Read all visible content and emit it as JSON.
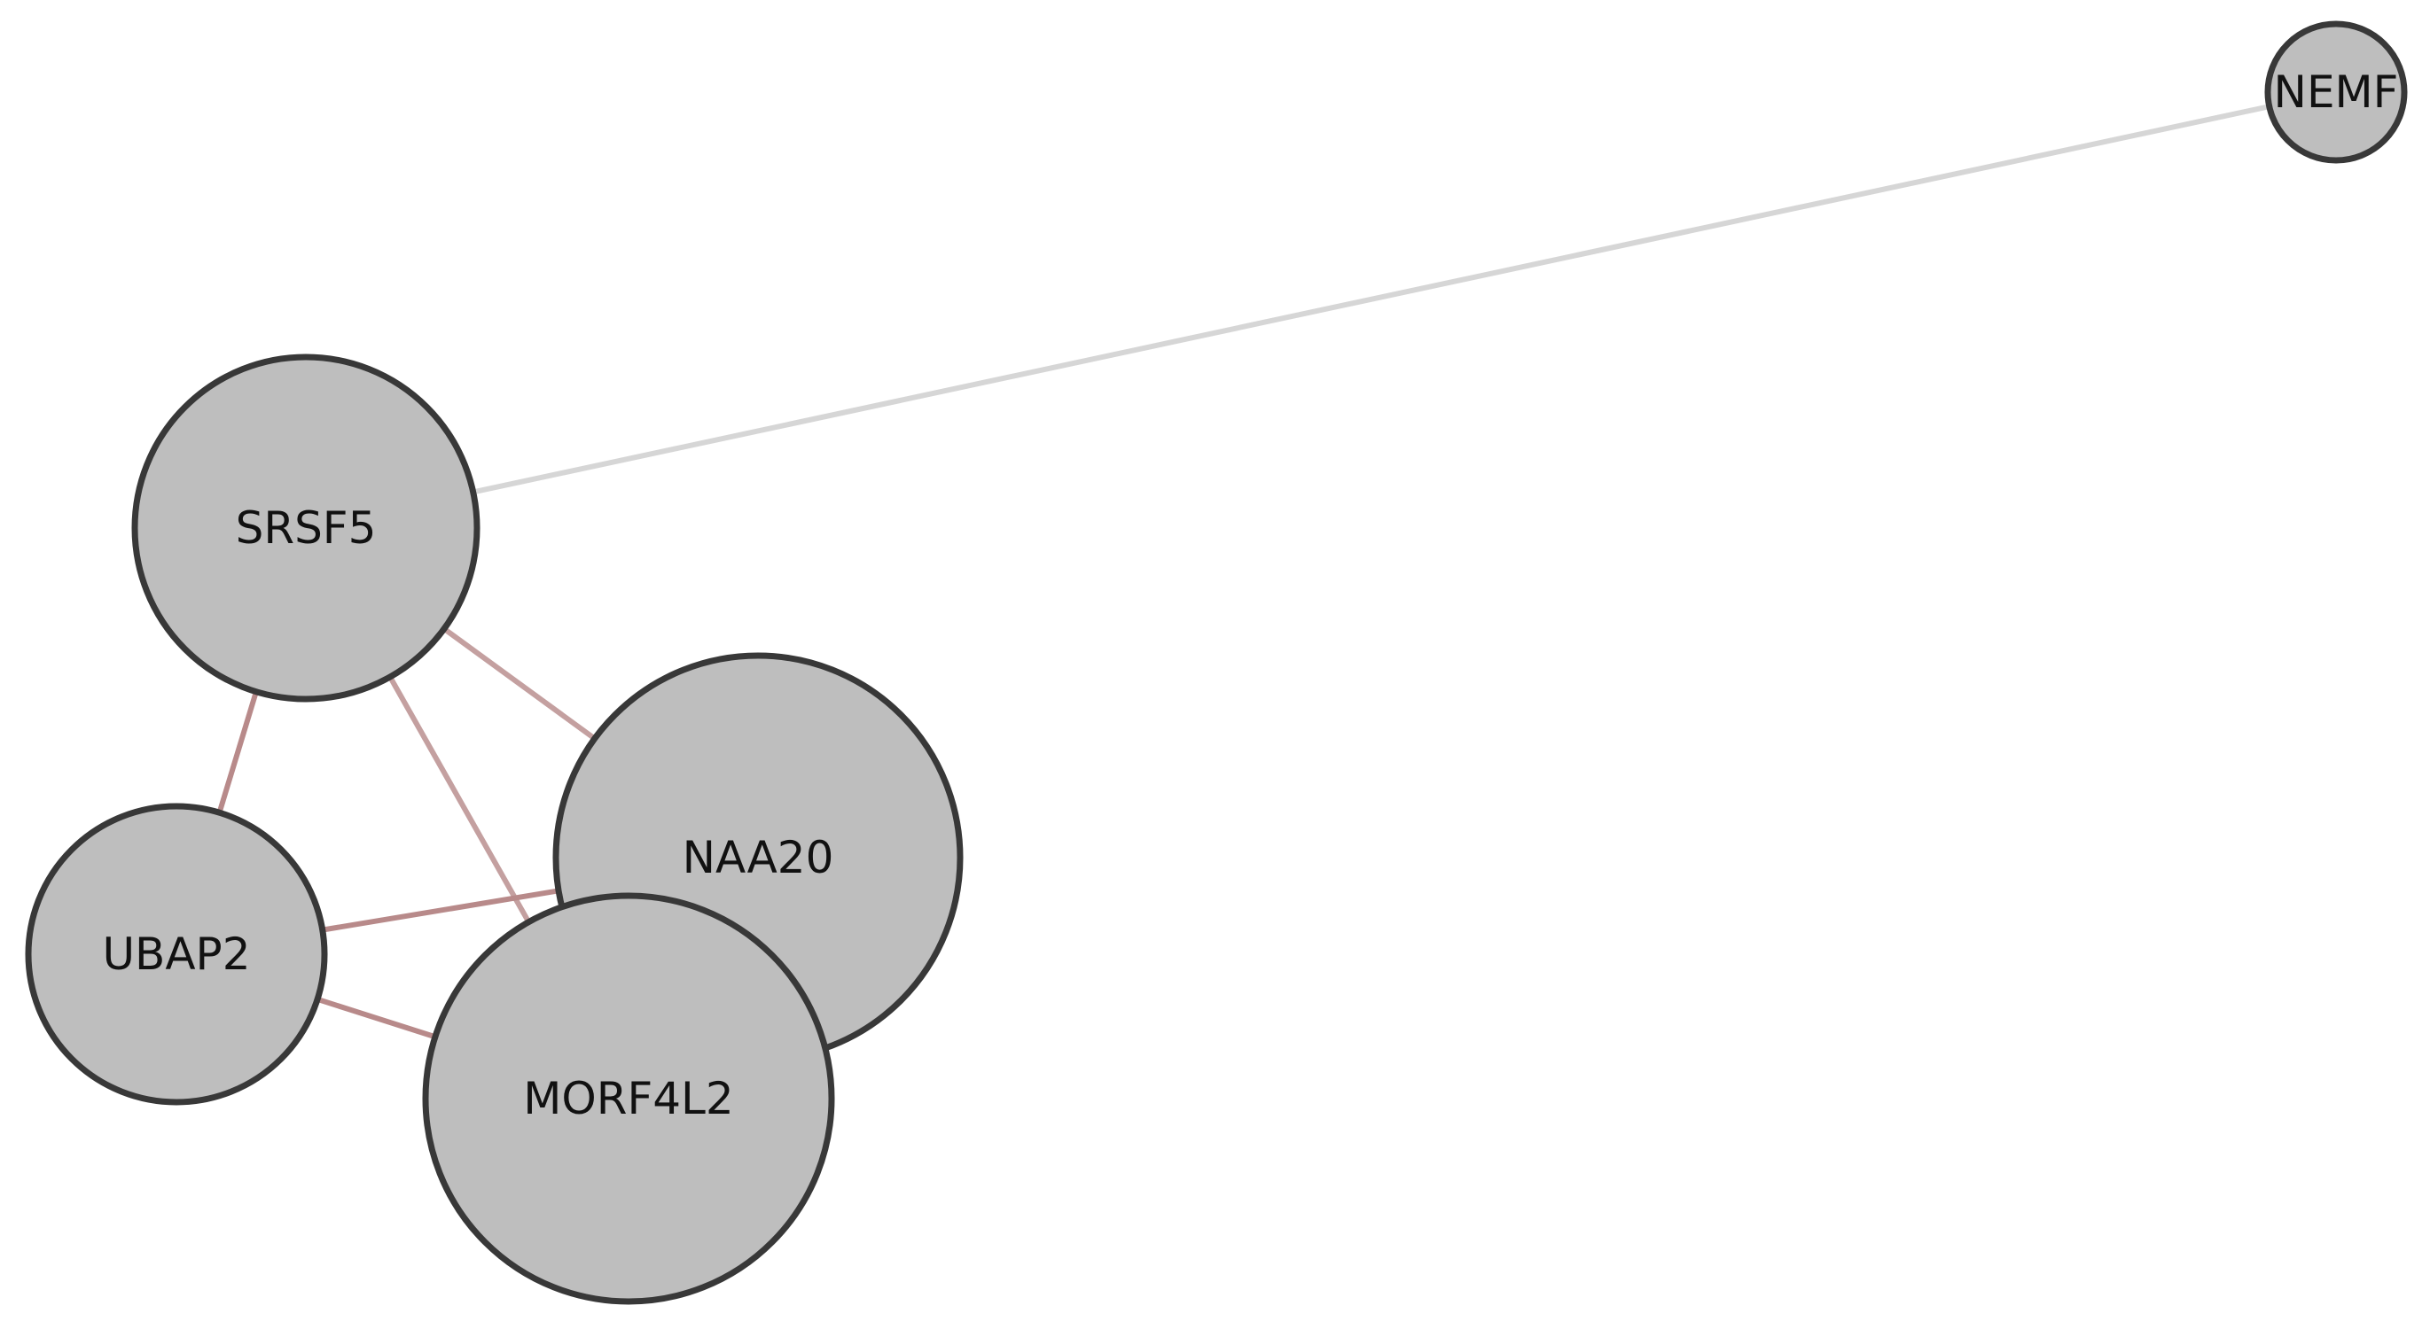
{
  "colors": {
    "node_fill": "#bebebe",
    "node_stroke": "#383838",
    "edge_gray": "#d6d6d6",
    "edge_rose": "#c4a0a0",
    "edge_rose_strong": "#b88a8a"
  },
  "nodes": [
    {
      "id": "NEMF",
      "label": "NEMF"
    },
    {
      "id": "SRSF5",
      "label": "SRSF5"
    },
    {
      "id": "UBAP2",
      "label": "UBAP2"
    },
    {
      "id": "NAA20",
      "label": "NAA20"
    },
    {
      "id": "MORF4L2",
      "label": "MORF4L2"
    }
  ],
  "edges": [
    {
      "source": "SRSF5",
      "target": "NEMF",
      "color": "edge_gray"
    },
    {
      "source": "SRSF5",
      "target": "NAA20",
      "color": "edge_rose"
    },
    {
      "source": "SRSF5",
      "target": "MORF4L2",
      "color": "edge_rose"
    },
    {
      "source": "SRSF5",
      "target": "UBAP2",
      "color": "edge_rose_strong"
    },
    {
      "source": "UBAP2",
      "target": "NAA20",
      "color": "edge_rose_strong"
    },
    {
      "source": "UBAP2",
      "target": "MORF4L2",
      "color": "edge_rose_strong"
    }
  ]
}
